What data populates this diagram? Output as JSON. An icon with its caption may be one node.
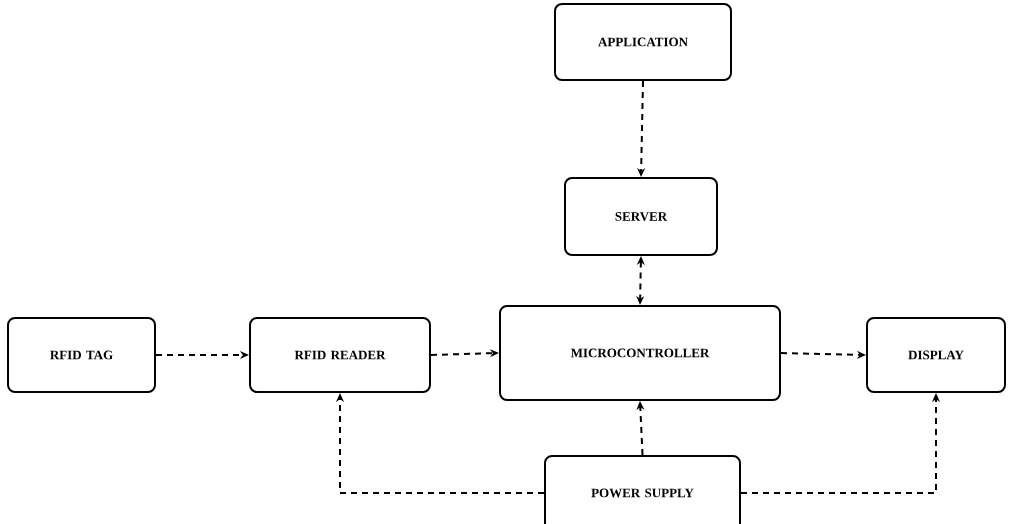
{
  "diagram": {
    "nodes": [
      {
        "text": [
          "APPLICATION"
        ]
      },
      {
        "text": [
          "SERVER"
        ]
      },
      {
        "text": [
          "RFID TAG"
        ]
      },
      {
        "text": [
          "RFID READER"
        ]
      },
      {
        "text": [
          "MICROCONTROLLER"
        ]
      },
      {
        "text": [
          "DISPLAY"
        ]
      },
      {
        "text": [
          "POWER SUPPLY"
        ]
      }
    ],
    "edges": [
      {
        "from": 0,
        "to": 1,
        "arrow": "to"
      },
      {
        "from": 1,
        "to": 4,
        "arrow": "both"
      },
      {
        "from": 2,
        "to": 3,
        "arrow": "to"
      },
      {
        "from": 3,
        "to": 4,
        "arrow": "to"
      },
      {
        "from": 4,
        "to": 5,
        "arrow": "to"
      },
      {
        "from": 6,
        "to": 4,
        "arrow": "to"
      },
      {
        "from": 6,
        "to": 3,
        "arrow": "to"
      },
      {
        "from": 6,
        "to": 5,
        "arrow": "to"
      }
    ]
  }
}
